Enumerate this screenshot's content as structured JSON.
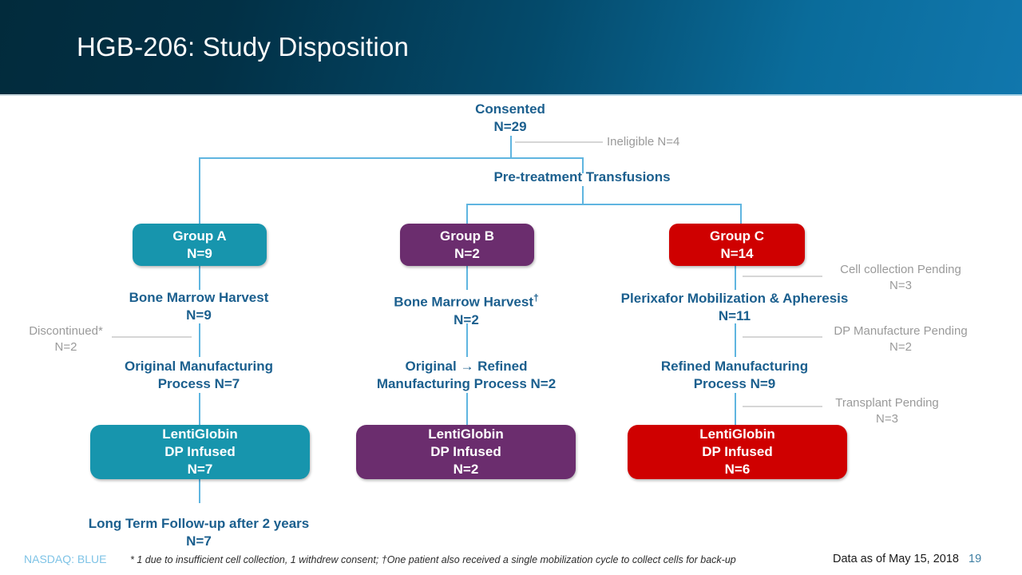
{
  "header": {
    "title": "HGB-206: Study Disposition"
  },
  "flow": {
    "consented": {
      "line1": "Consented",
      "line2": "N=29"
    },
    "ineligible": {
      "line1": "Ineligible  N=4"
    },
    "pretreatment": {
      "line1": "Pre-treatment Transfusions"
    },
    "groups": [
      {
        "name": "Group A",
        "count": "N=9",
        "color": "#1795ad"
      },
      {
        "name": "Group B",
        "count": "N=2",
        "color": "#6b2d6e"
      },
      {
        "name": "Group C",
        "count": "N=14",
        "color": "#cf0000"
      }
    ],
    "harvest": [
      {
        "line1": "Bone Marrow Harvest",
        "line2": "N=9"
      },
      {
        "line1": "Bone Marrow Harvest",
        "dagger": "†",
        "line2": "N=2"
      },
      {
        "line1": "Plerixafor Mobilization & Apheresis",
        "line2": "N=11"
      }
    ],
    "manufacturing": [
      {
        "line1": "Original Manufacturing",
        "line2": "Process N=7"
      },
      {
        "line1": "Original → Refined",
        "line2": "Manufacturing Process N=2"
      },
      {
        "line1": "Refined Manufacturing",
        "line2": "Process N=9"
      }
    ],
    "infused": [
      {
        "line1": "LentiGlobin",
        "line2": "DP Infused",
        "line3": "N=7",
        "color": "#1795ad"
      },
      {
        "line1": "LentiGlobin",
        "line2": "DP Infused",
        "line3": "N=2",
        "color": "#6b2d6e"
      },
      {
        "line1": "LentiGlobin",
        "line2": "DP Infused",
        "line3": "N=6",
        "color": "#cf0000"
      }
    ],
    "followup": {
      "line1": "Long Term Follow-up after 2 years",
      "line2": "N=7"
    },
    "notes": {
      "discontinued": {
        "line1": "Discontinued*",
        "line2": "N=2"
      },
      "cell_collection_pending": {
        "line1": "Cell collection Pending",
        "line2": "N=3"
      },
      "dp_manufacture_pending": {
        "line1": "DP Manufacture Pending",
        "line2": "N=2"
      },
      "transplant_pending": {
        "line1": "Transplant Pending",
        "line2": "N=3"
      }
    }
  },
  "footer": {
    "nasdaq": "NASDAQ: BLUE",
    "note": "* 1 due to insufficient cell collection, 1 withdrew consent; †One patient also received a single mobilization cycle to collect cells for back-up",
    "date": "Data as of May 15, 2018",
    "page": "19"
  },
  "colors": {
    "header_dark": "#022b3c",
    "header_light": "#1177ad",
    "flow_text": "#1b5f8e",
    "connector": "#5fb5e0",
    "gray_note": "#9a9a9a",
    "teal": "#1795ad",
    "purple": "#6b2d6e",
    "red": "#cf0000"
  }
}
